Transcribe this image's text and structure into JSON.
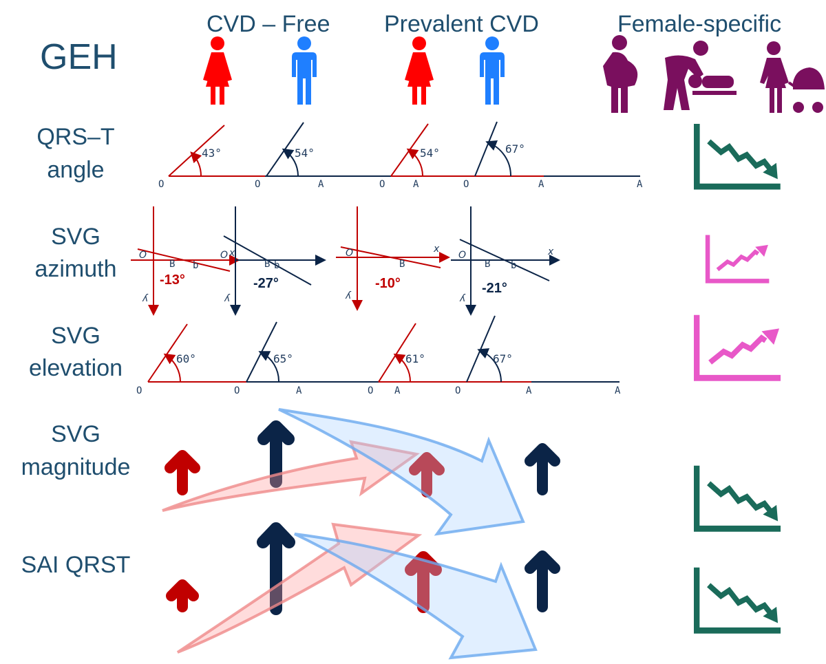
{
  "title": "GEH",
  "columns": {
    "cvd_free": "CVD – Free",
    "prevalent_cvd": "Prevalent CVD",
    "female_specific": "Female-specific"
  },
  "rows": {
    "qrst_angle": [
      "QRS–T",
      "angle"
    ],
    "svg_azimuth": [
      "SVG",
      "azimuth"
    ],
    "svg_elevation": [
      "SVG",
      "elevation"
    ],
    "svg_magnitude": [
      "SVG",
      "magnitude"
    ],
    "sai_qrst": "SAI QRST"
  },
  "qrst_angle": {
    "cvd_free_female": "43°",
    "cvd_free_male": "54°",
    "prevalent_female": "54°",
    "prevalent_male": "67°"
  },
  "svg_azimuth": {
    "cvd_free_female": "-13°",
    "cvd_free_male": "-27°",
    "prevalent_female": "-10°",
    "prevalent_male": "-21°",
    "axis_origin": "O",
    "axis_x": "x",
    "axis_y": "y",
    "point": "B",
    "angle_mark": "b"
  },
  "svg_elevation": {
    "cvd_free_female": "60°",
    "cvd_free_male": "65°",
    "prevalent_female": "61°",
    "prevalent_male": "67°"
  },
  "axis_letters": {
    "origin": "O",
    "end": "A"
  },
  "trends": {
    "qrst_angle": "decreasing",
    "svg_azimuth": "increasing",
    "svg_elevation": "increasing",
    "svg_magnitude": "decreasing",
    "sai_qrst": "decreasing"
  },
  "colors": {
    "female": "#ff0000",
    "male": "#1f7fff",
    "female_line": "#c00000",
    "male_line": "#0b2447",
    "female_specific": "#7a0f5e",
    "trend_decrease": "#1a6b5a",
    "trend_increase": "#e858c8",
    "text": "#1f4e6e"
  },
  "icons": [
    "female-icon",
    "male-icon",
    "pregnant-woman-icon",
    "baby-changing-icon",
    "mother-with-stroller-icon"
  ]
}
